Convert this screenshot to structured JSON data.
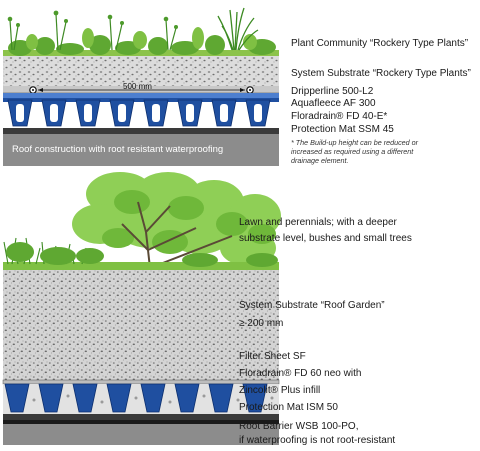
{
  "top_section": {
    "labels": {
      "plant_community": "Plant Community “Rockery Type Plants”",
      "substrate": "System Substrate “Rockery Type Plants”",
      "dripperline": "Dripperline 500-L2",
      "aquafleece": "Aquafleece AF 300",
      "floradrain": "Floradrain® FD  40-E*",
      "protection_mat": "Protection Mat SSM 45"
    },
    "note_lines": [
      "* The Build-up height can be reduced or",
      "increased as required using a different",
      "drainage element."
    ],
    "dimension": "500 mm",
    "roof_caption": "Roof construction with root resistant waterproofing"
  },
  "bottom_section": {
    "labels": {
      "lawn_line1": "Lawn and perennials; with a deeper",
      "lawn_line2": "substrate level, bushes and small trees",
      "substrate": "System Substrate “Roof Garden”",
      "depth": "≥ 200 mm",
      "filter_sheet": "Filter Sheet SF",
      "floradrain": "Floradrain® FD 60 neo with",
      "zincolit": "Zincolit® Plus infill",
      "protection_mat": "Protection Mat ISM 50",
      "root_barrier_line1": "Root Barrier WSB 100-PO,",
      "root_barrier_line2": "if waterproofing is not root-resistant"
    }
  },
  "colors": {
    "drainage_blue": "#1f4fa0",
    "roof_grey": "#8c8c8c",
    "plant_green": "#6fb83a",
    "substrate_grey": "#d7d7d7"
  }
}
